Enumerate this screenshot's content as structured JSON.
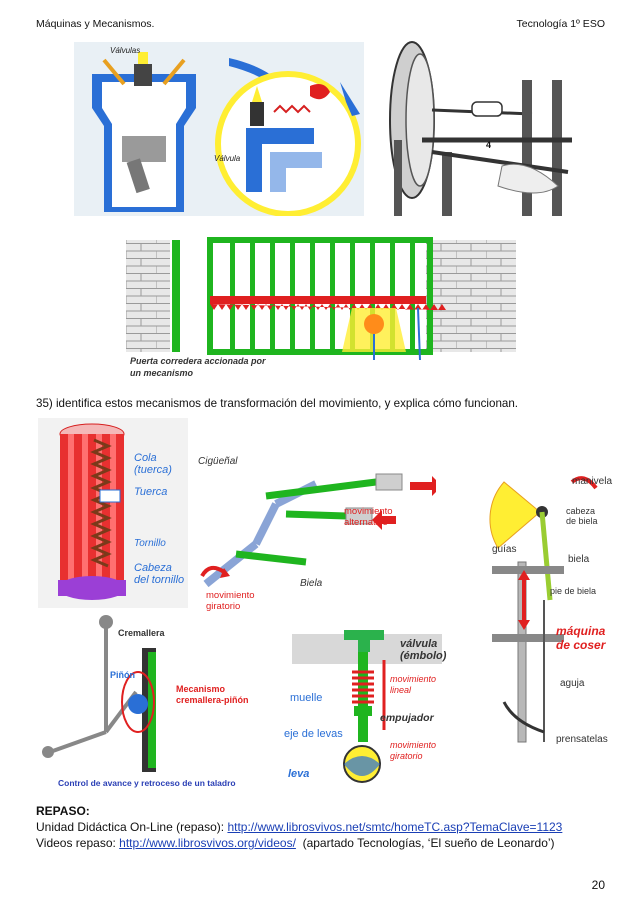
{
  "header": {
    "left": "Máquinas y Mecanismos.",
    "right": "Tecnología 1º ESO"
  },
  "figures": {
    "engine": {
      "label_valves": "Válvulas",
      "label_valve": "Válvula"
    },
    "wheel": {
      "label_number": "4"
    },
    "gate": {
      "caption_line1": "Puerta corredera accionada por",
      "caption_line2": "un mecanismo"
    },
    "screw": {
      "cola": "Cola",
      "tuerca_paren": "(tuerca)",
      "tuerca": "Tuerca",
      "tornillo": "Tornillo",
      "cabeza1": "Cabeza",
      "cabeza2": "del tornillo"
    },
    "crank": {
      "ciguenal": "Cigüeñal",
      "mov_alt1": "movimiento",
      "mov_alt2": "alternativo",
      "biela": "Biela",
      "mov_gir1": "movimiento",
      "mov_gir2": "giratorio"
    },
    "sewing": {
      "manivela": "manivela",
      "cabeza1": "cabeza",
      "cabeza2": "de biela",
      "guias": "guías",
      "biela": "biela",
      "pie": "pie de biela",
      "maq1": "máquina",
      "maq2": "de coser",
      "aguja": "aguja",
      "prensatelas": "prensatelas"
    },
    "rack": {
      "cremallera": "Cremallera",
      "pinon": "Piñón",
      "mec1": "Mecanismo",
      "mec2": "cremallera-piñón",
      "caption": "Control de avance y retroceso de un taladro"
    },
    "cam": {
      "valvula1": "válvula",
      "valvula2": "(émbolo)",
      "muelle": "muelle",
      "mov_lin1": "movimiento",
      "mov_lin2": "lineal",
      "empujador": "empujador",
      "eje": "eje de levas",
      "mov_gir1": "movimiento",
      "mov_gir2": "giratorio",
      "leva": "leva"
    }
  },
  "question": "35) identifica estos mecanismos de transformación del movimiento, y explica cómo funcionan.",
  "repaso": {
    "title": "REPASO:",
    "line1_prefix": "Unidad Didáctica On-Line (repaso): ",
    "line1_link": "http://www.librosvivos.net/smtc/homeTC.asp?TemaClave=1123",
    "line2_prefix": "Videos repaso: ",
    "line2_link": "http://www.librosvivos.org/videos/",
    "line2_suffix": "  (apartado Tecnologías, ‘El sueño de Leonardo’)"
  },
  "page_number": "20",
  "colors": {
    "green": "#1fb51f",
    "red": "#e02020",
    "blue": "#2a6fd6",
    "yellow": "#ffee33",
    "grey": "#9a9a9a",
    "link": "#1a3fb5"
  }
}
